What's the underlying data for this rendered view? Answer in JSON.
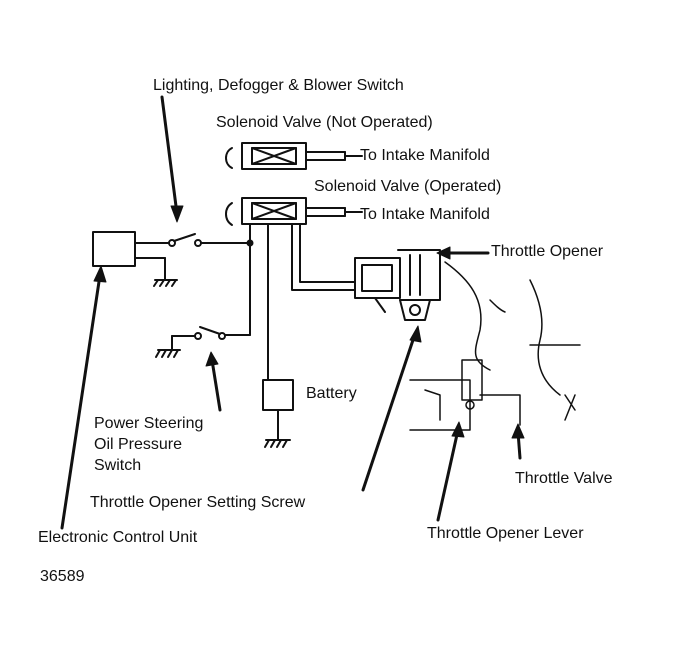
{
  "labels": {
    "lighting_switch": "Lighting, Defogger & Blower Switch",
    "solenoid_not_operated": "Solenoid Valve (Not Operated)",
    "to_intake_1": "To Intake Manifold",
    "solenoid_operated": "Solenoid Valve (Operated)",
    "to_intake_2": "To Intake Manifold",
    "throttle_opener": "Throttle Opener",
    "battery": "Battery",
    "ps_switch_line1": "Power Steering",
    "ps_switch_line2": "Oil Pressure",
    "ps_switch_line3": "Switch",
    "throttle_valve": "Throttle Valve",
    "setting_screw": "Throttle Opener Setting Screw",
    "ecu": "Electronic Control Unit",
    "opener_lever": "Throttle Opener Lever",
    "figure_number": "36589"
  },
  "colors": {
    "ink": "#111111",
    "paper": "#ffffff"
  }
}
